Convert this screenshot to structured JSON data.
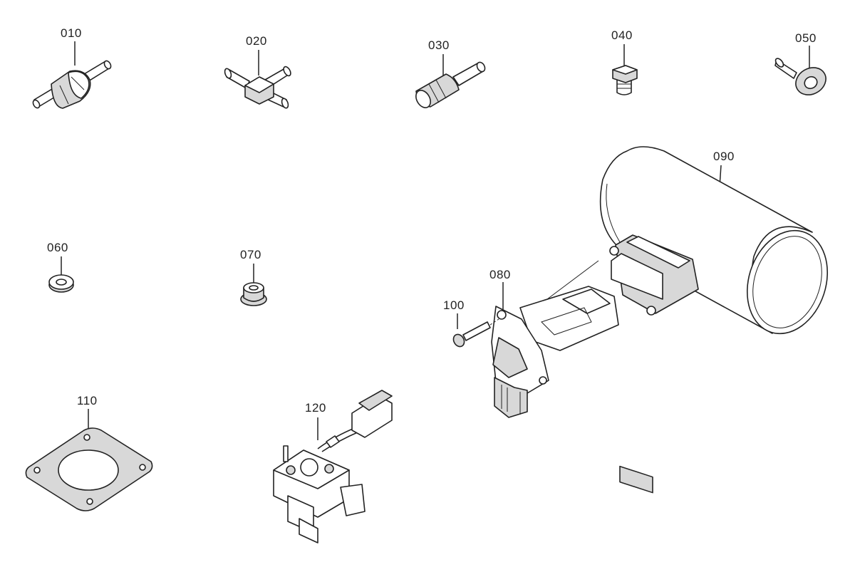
{
  "parts": [
    {
      "id": "p010",
      "label": "010"
    },
    {
      "id": "p020",
      "label": "020"
    },
    {
      "id": "p030",
      "label": "030"
    },
    {
      "id": "p040",
      "label": "040"
    },
    {
      "id": "p050",
      "label": "050"
    },
    {
      "id": "p060",
      "label": "060"
    },
    {
      "id": "p070",
      "label": "070"
    },
    {
      "id": "p080",
      "label": "080"
    },
    {
      "id": "p090",
      "label": "090"
    },
    {
      "id": "p100",
      "label": "100"
    },
    {
      "id": "p110",
      "label": "110"
    },
    {
      "id": "p120",
      "label": "120"
    }
  ]
}
